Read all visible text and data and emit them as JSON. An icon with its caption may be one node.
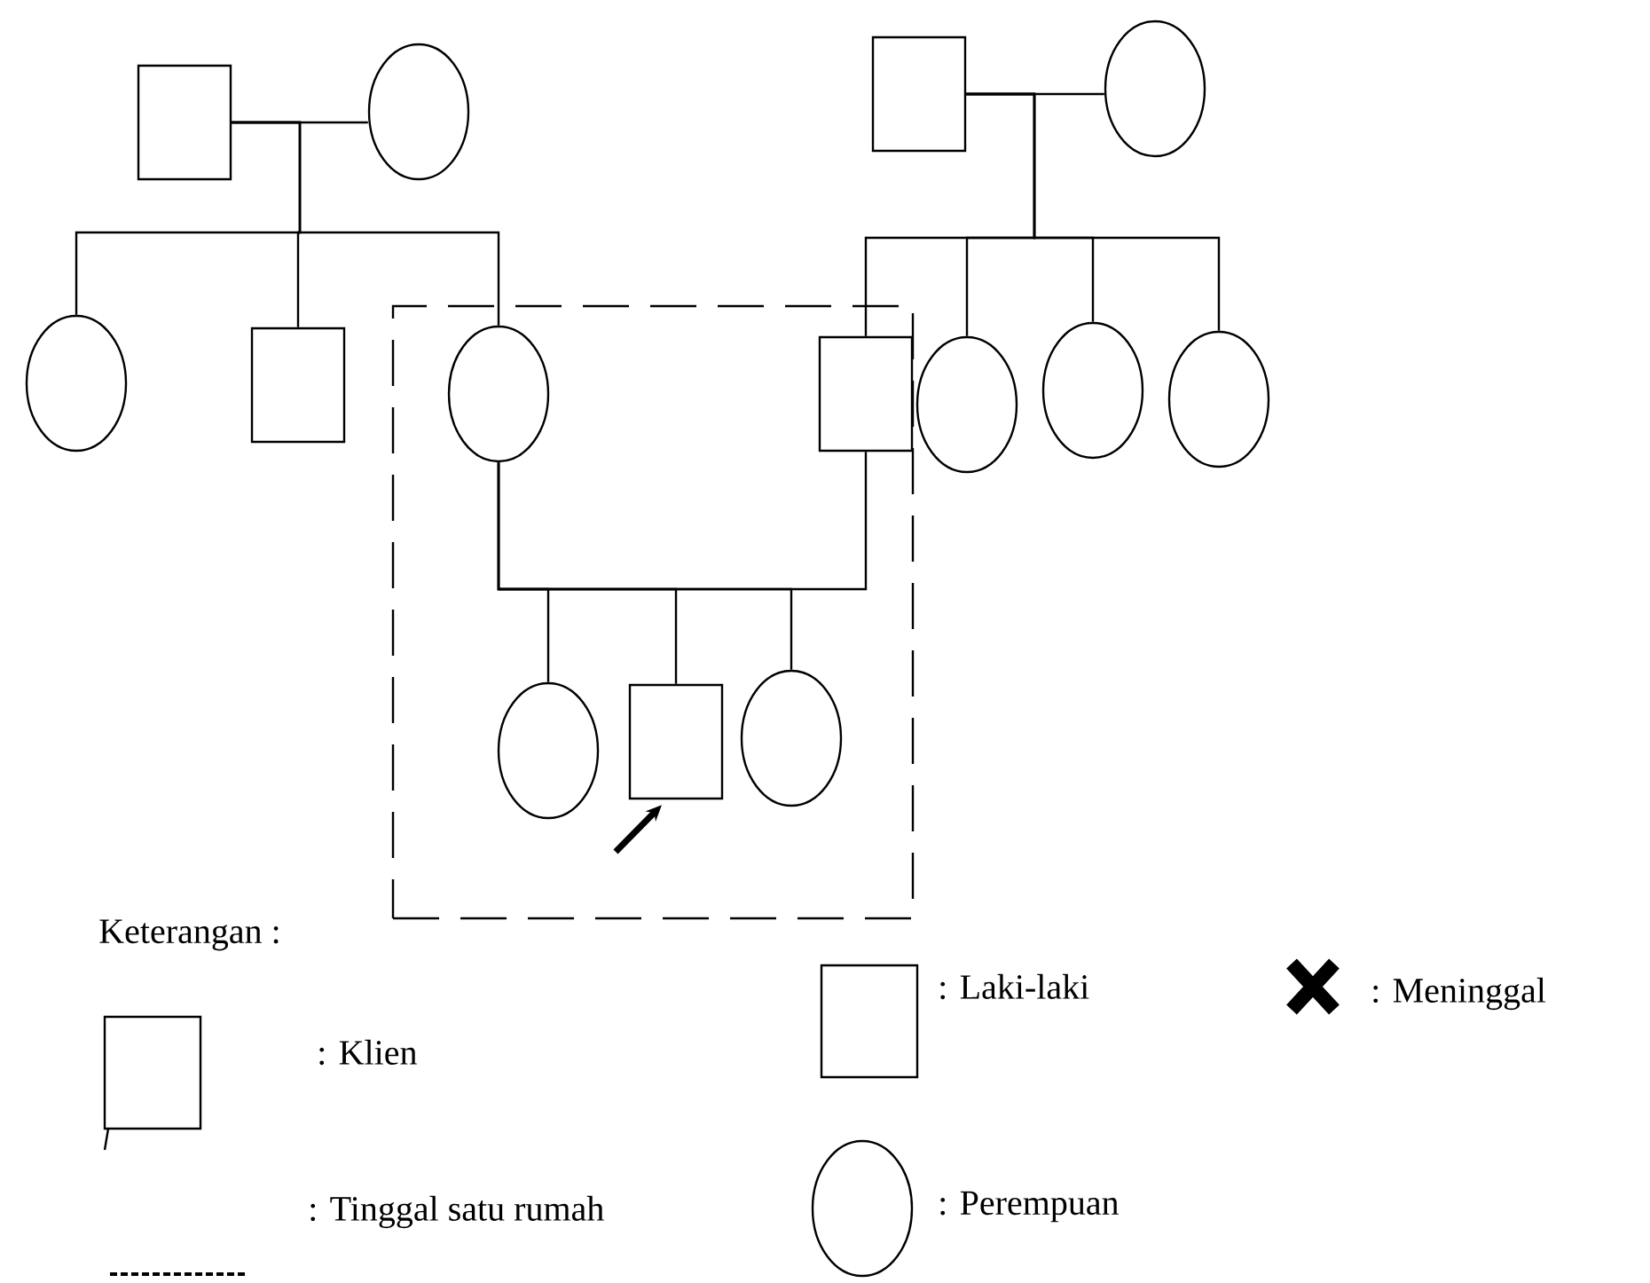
{
  "diagram": {
    "nodes": [
      {
        "text": [],
        "shape": "box"
      },
      {
        "text": [],
        "shape": "box"
      },
      {
        "text": [],
        "shape": "circle"
      },
      {
        "text": [],
        "shape": "circle"
      },
      {
        "text": [],
        "shape": "box"
      },
      {
        "text": [],
        "shape": "circle",
        "in": 0
      },
      {
        "text": [],
        "shape": "box"
      },
      {
        "text": [],
        "shape": "circle"
      },
      {
        "text": [],
        "shape": "box",
        "in": 0
      },
      {
        "text": [],
        "shape": "circle"
      },
      {
        "text": [],
        "shape": "circle"
      },
      {
        "text": [],
        "shape": "circle"
      },
      {
        "text": [],
        "shape": "circle",
        "in": 0
      },
      {
        "text": [],
        "shape": "box",
        "in": 0
      },
      {
        "text": [],
        "shape": "circle",
        "in": 0
      }
    ],
    "edges": [
      {
        "from": 1,
        "to": 2,
        "arrow": "none"
      },
      {
        "from": 1,
        "to": 3,
        "arrow": "none"
      },
      {
        "from": 1,
        "to": 4,
        "arrow": "none"
      },
      {
        "from": 1,
        "to": 5,
        "arrow": "none"
      },
      {
        "from": 6,
        "to": 7,
        "arrow": "none"
      },
      {
        "from": 6,
        "to": 8,
        "arrow": "none"
      },
      {
        "from": 6,
        "to": 9,
        "arrow": "none"
      },
      {
        "from": 6,
        "to": 10,
        "arrow": "none"
      },
      {
        "from": 6,
        "to": 11,
        "arrow": "none"
      },
      {
        "from": 5,
        "to": 8,
        "arrow": "none"
      },
      {
        "from": 5,
        "to": 12,
        "arrow": "none"
      },
      {
        "from": 5,
        "to": 13,
        "arrow": "none"
      },
      {
        "from": 5,
        "to": 14,
        "arrow": "none"
      },
      {
        "from": null,
        "to": 13,
        "arrow": "to",
        "style": "thick"
      }
    ],
    "labels": [
      "Keterangan :"
    ],
    "legend": [
      {
        "text": ": Klien"
      },
      {
        "text": ": Laki-laki"
      },
      {
        "text": ": Meninggal"
      },
      {
        "text": ": Tinggal  satu rumah"
      },
      {
        "text": ": Perempuan"
      }
    ]
  }
}
